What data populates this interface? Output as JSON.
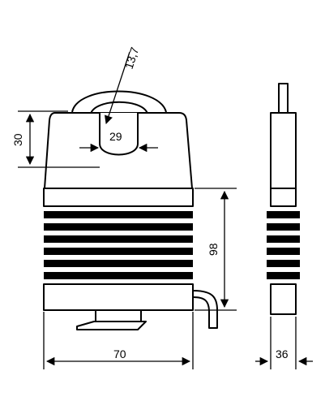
{
  "dimensions": {
    "shackle_diameter": "13,7",
    "shackle_clearance_height": "30",
    "shackle_inner_width": "29",
    "body_height": "98",
    "body_width": "70",
    "body_thickness": "36"
  }
}
